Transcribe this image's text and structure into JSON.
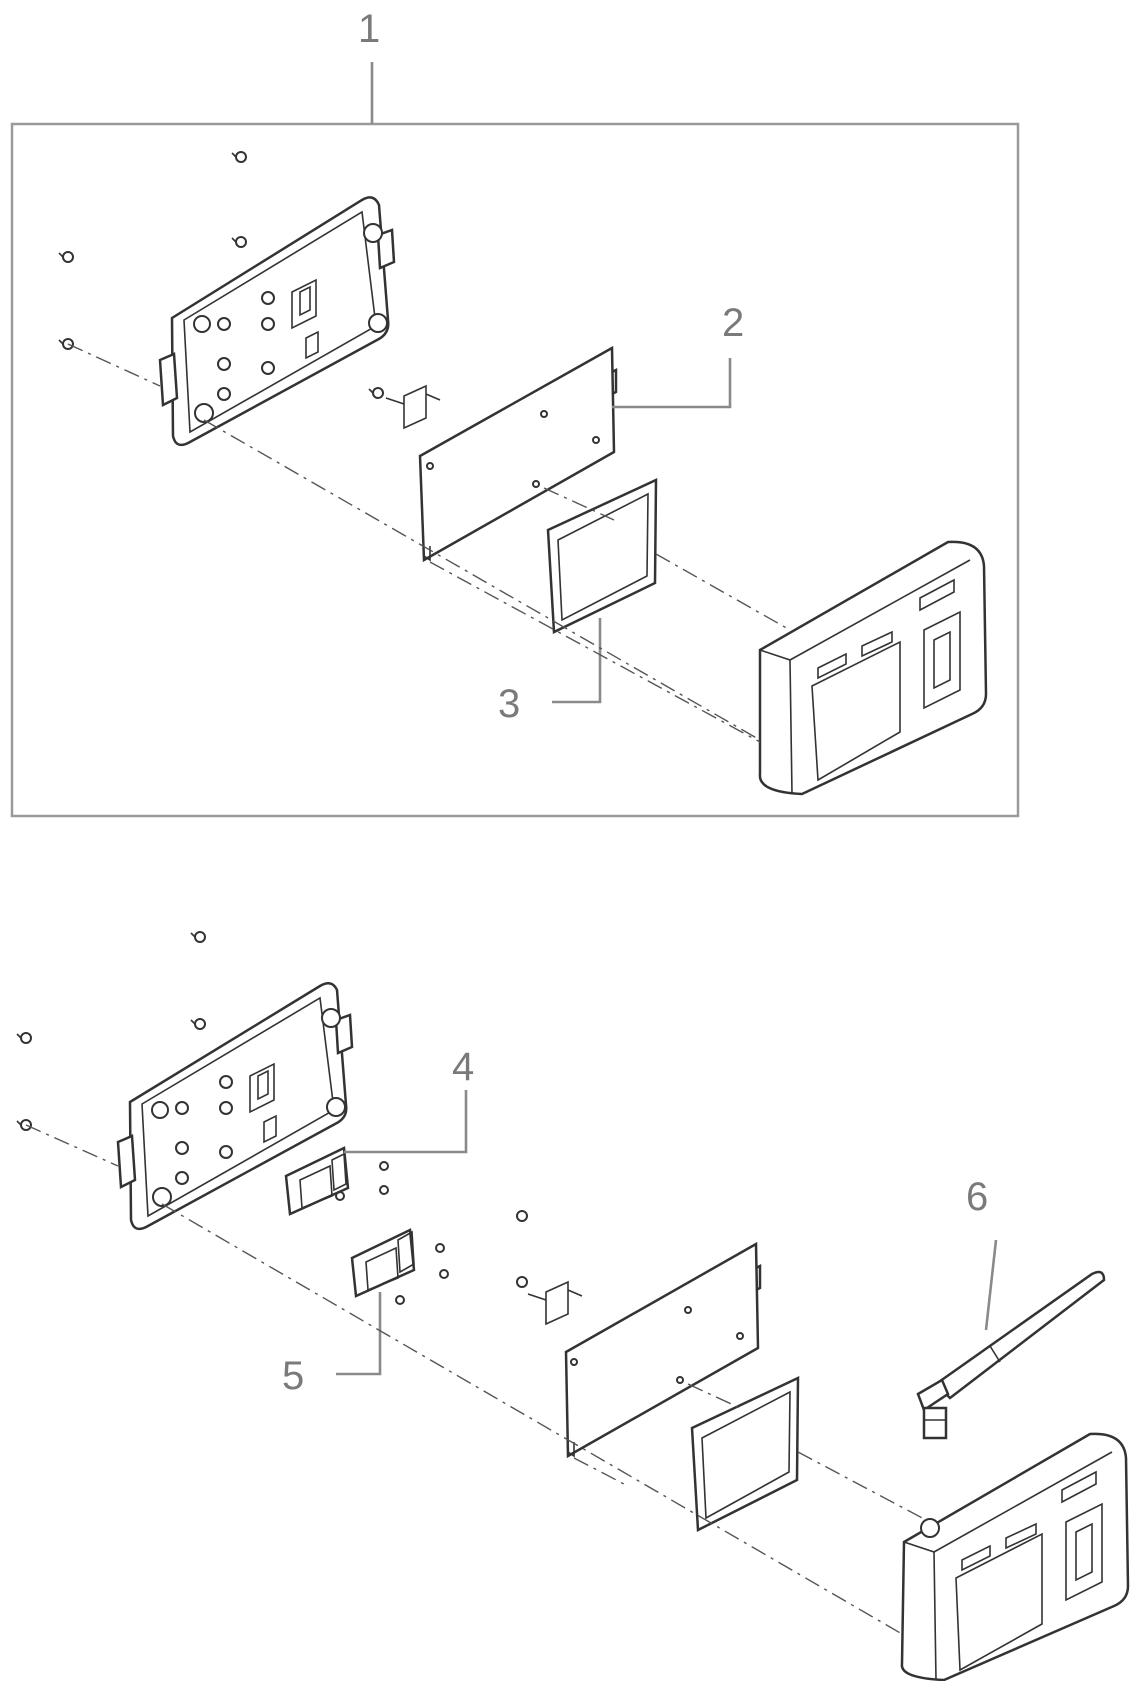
{
  "callouts": {
    "c1": "1",
    "c2": "2",
    "c3": "3",
    "c4": "4",
    "c5": "5",
    "c6": "6"
  },
  "colors": {
    "line": "#333333",
    "leader": "#8a8a8a",
    "label": "#7a7a7a",
    "frame": "#9a9a9a"
  }
}
